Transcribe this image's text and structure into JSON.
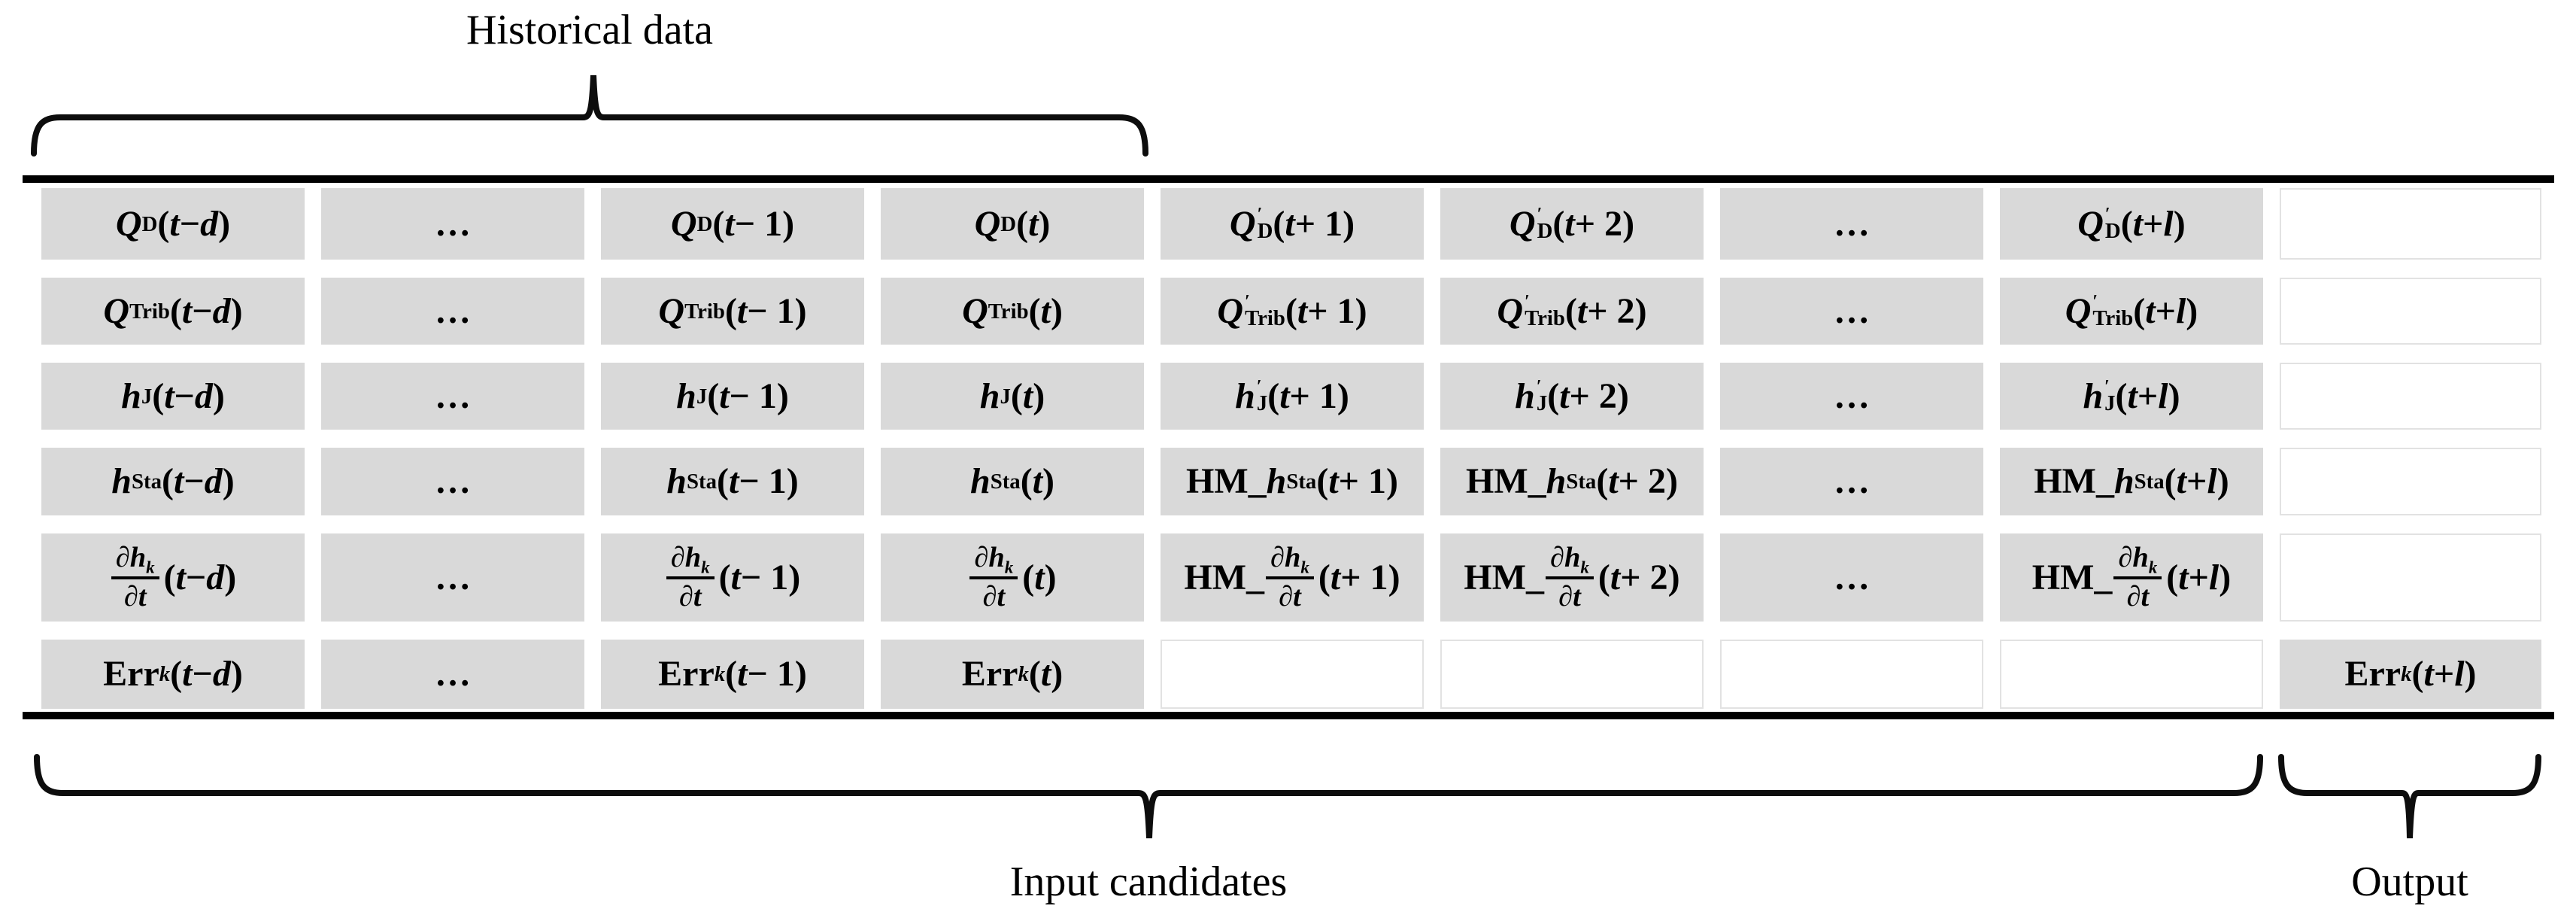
{
  "labels": {
    "historical": "Historical data",
    "input": "Input candidates",
    "output": "Output"
  },
  "colors": {
    "cell_fill": "#d9d9d9",
    "blank_cell_border": "#e2e2e2",
    "line": "#000000",
    "background": "#ffffff"
  },
  "table": {
    "rows": [
      {
        "name": "q-dam",
        "cells": [
          {
            "html": "<i>Q</i><sub>D</sub>(<i>t</i> − <i>d</i>)",
            "fill": "gray"
          },
          {
            "html": "…",
            "fill": "gray"
          },
          {
            "html": "<i>Q</i><sub>D</sub>(<i>t</i> − 1)",
            "fill": "gray"
          },
          {
            "html": "<i>Q</i><sub>D</sub>(<i>t</i>)",
            "fill": "gray"
          },
          {
            "html": "<i>Q</i><span class='ss'><span class='pr'>′</span><span class='sb'>D</span></span>(<i>t</i> + 1)",
            "fill": "gray"
          },
          {
            "html": "<i>Q</i><span class='ss'><span class='pr'>′</span><span class='sb'>D</span></span>(<i>t</i> + 2)",
            "fill": "gray"
          },
          {
            "html": "…",
            "fill": "gray"
          },
          {
            "html": "<i>Q</i><span class='ss'><span class='pr'>′</span><span class='sb'>D</span></span>(<i>t</i> + <i>l</i>)",
            "fill": "gray"
          },
          {
            "html": "",
            "fill": "white"
          }
        ]
      },
      {
        "name": "q-trib",
        "cells": [
          {
            "html": "<i>Q</i><sub>Trib</sub>(<i>t</i> − <i>d</i>)",
            "fill": "gray"
          },
          {
            "html": "…",
            "fill": "gray"
          },
          {
            "html": "<i>Q</i><sub>Trib</sub>(<i>t</i> − 1)",
            "fill": "gray"
          },
          {
            "html": "<i>Q</i><sub>Trib</sub>(<i>t</i>)",
            "fill": "gray"
          },
          {
            "html": "<i>Q</i><span class='ss'><span class='pr'>′</span><span class='sb'>Trib</span></span>(<i>t</i> + 1)",
            "fill": "gray"
          },
          {
            "html": "<i>Q</i><span class='ss'><span class='pr'>′</span><span class='sb'>Trib</span></span>(<i>t</i> + 2)",
            "fill": "gray"
          },
          {
            "html": "…",
            "fill": "gray"
          },
          {
            "html": "<i>Q</i><span class='ss'><span class='pr'>′</span><span class='sb'>Trib</span></span>(<i>t</i> + <i>l</i>)",
            "fill": "gray"
          },
          {
            "html": "",
            "fill": "white"
          }
        ]
      },
      {
        "name": "h-junction",
        "cells": [
          {
            "html": "<i>h</i><sub>J</sub>(<i>t</i> − <i>d</i>)",
            "fill": "gray"
          },
          {
            "html": "…",
            "fill": "gray"
          },
          {
            "html": "<i>h</i><sub>J</sub>(<i>t</i> − 1)",
            "fill": "gray"
          },
          {
            "html": "<i>h</i><sub>J</sub>(<i>t</i>)",
            "fill": "gray"
          },
          {
            "html": "<i>h</i><span class='ss'><span class='pr'>′</span><span class='sb'>J</span></span>(<i>t</i> + 1)",
            "fill": "gray"
          },
          {
            "html": "<i>h</i><span class='ss'><span class='pr'>′</span><span class='sb'>J</span></span>(<i>t</i> + 2)",
            "fill": "gray"
          },
          {
            "html": "…",
            "fill": "gray"
          },
          {
            "html": "<i>h</i><span class='ss'><span class='pr'>′</span><span class='sb'>J</span></span>(<i>t</i> + <i>l</i>)",
            "fill": "gray"
          },
          {
            "html": "",
            "fill": "white"
          }
        ]
      },
      {
        "name": "h-station",
        "cells": [
          {
            "html": "<i>h</i><sub>Sta</sub>(<i>t</i> − <i>d</i>)",
            "fill": "gray"
          },
          {
            "html": "…",
            "fill": "gray"
          },
          {
            "html": "<i>h</i><sub>Sta</sub>(<i>t</i> − 1)",
            "fill": "gray"
          },
          {
            "html": "<i>h</i><sub>Sta</sub>(<i>t</i>)",
            "fill": "gray"
          },
          {
            "html": "HM_<i>h</i><sub>Sta</sub>(<i>t</i> + 1)",
            "fill": "gray"
          },
          {
            "html": "HM_<i>h</i><sub>Sta</sub>(<i>t</i> + 2)",
            "fill": "gray"
          },
          {
            "html": "…",
            "fill": "gray"
          },
          {
            "html": "HM_<i>h</i><sub>Sta</sub>(<i>t</i> + <i>l</i>)",
            "fill": "gray"
          },
          {
            "html": "",
            "fill": "white"
          }
        ]
      },
      {
        "name": "dhk-dt",
        "cells": [
          {
            "html": "<span class='frac'><span class='num'>∂<i>h<sub>k</sub></i></span><span class='den'>∂<i>t</i></span></span>(<i>t</i> − <i>d</i>)",
            "fill": "gray"
          },
          {
            "html": "…",
            "fill": "gray"
          },
          {
            "html": "<span class='frac'><span class='num'>∂<i>h<sub>k</sub></i></span><span class='den'>∂<i>t</i></span></span>(<i>t</i> − 1)",
            "fill": "gray"
          },
          {
            "html": "<span class='frac'><span class='num'>∂<i>h<sub>k</sub></i></span><span class='den'>∂<i>t</i></span></span>(<i>t</i>)",
            "fill": "gray"
          },
          {
            "html": "HM_<span class='frac'><span class='num'>∂<i>h<sub>k</sub></i></span><span class='den'>∂<i>t</i></span></span>(<i>t</i> + 1)",
            "fill": "gray"
          },
          {
            "html": "HM_<span class='frac'><span class='num'>∂<i>h<sub>k</sub></i></span><span class='den'>∂<i>t</i></span></span>(<i>t</i> + 2)",
            "fill": "gray"
          },
          {
            "html": "…",
            "fill": "gray"
          },
          {
            "html": "HM_<span class='frac'><span class='num'>∂<i>h<sub>k</sub></i></span><span class='den'>∂<i>t</i></span></span>(<i>t</i> + <i>l</i>)",
            "fill": "gray"
          },
          {
            "html": "",
            "fill": "white"
          }
        ]
      },
      {
        "name": "err-k",
        "cells": [
          {
            "html": "Err<sub><i>k</i></sub>(<i>t</i> − <i>d</i>)",
            "fill": "gray"
          },
          {
            "html": "…",
            "fill": "gray"
          },
          {
            "html": "Err<sub><i>k</i></sub>(<i>t</i> − 1)",
            "fill": "gray"
          },
          {
            "html": "Err<sub><i>k</i></sub>(<i>t</i>)",
            "fill": "gray"
          },
          {
            "html": "",
            "fill": "white"
          },
          {
            "html": "",
            "fill": "white"
          },
          {
            "html": "",
            "fill": "white"
          },
          {
            "html": "",
            "fill": "white"
          },
          {
            "html": "Err<sub><i>k</i></sub>(<i>t</i> + <i>l</i>)",
            "fill": "gray"
          }
        ]
      }
    ]
  }
}
